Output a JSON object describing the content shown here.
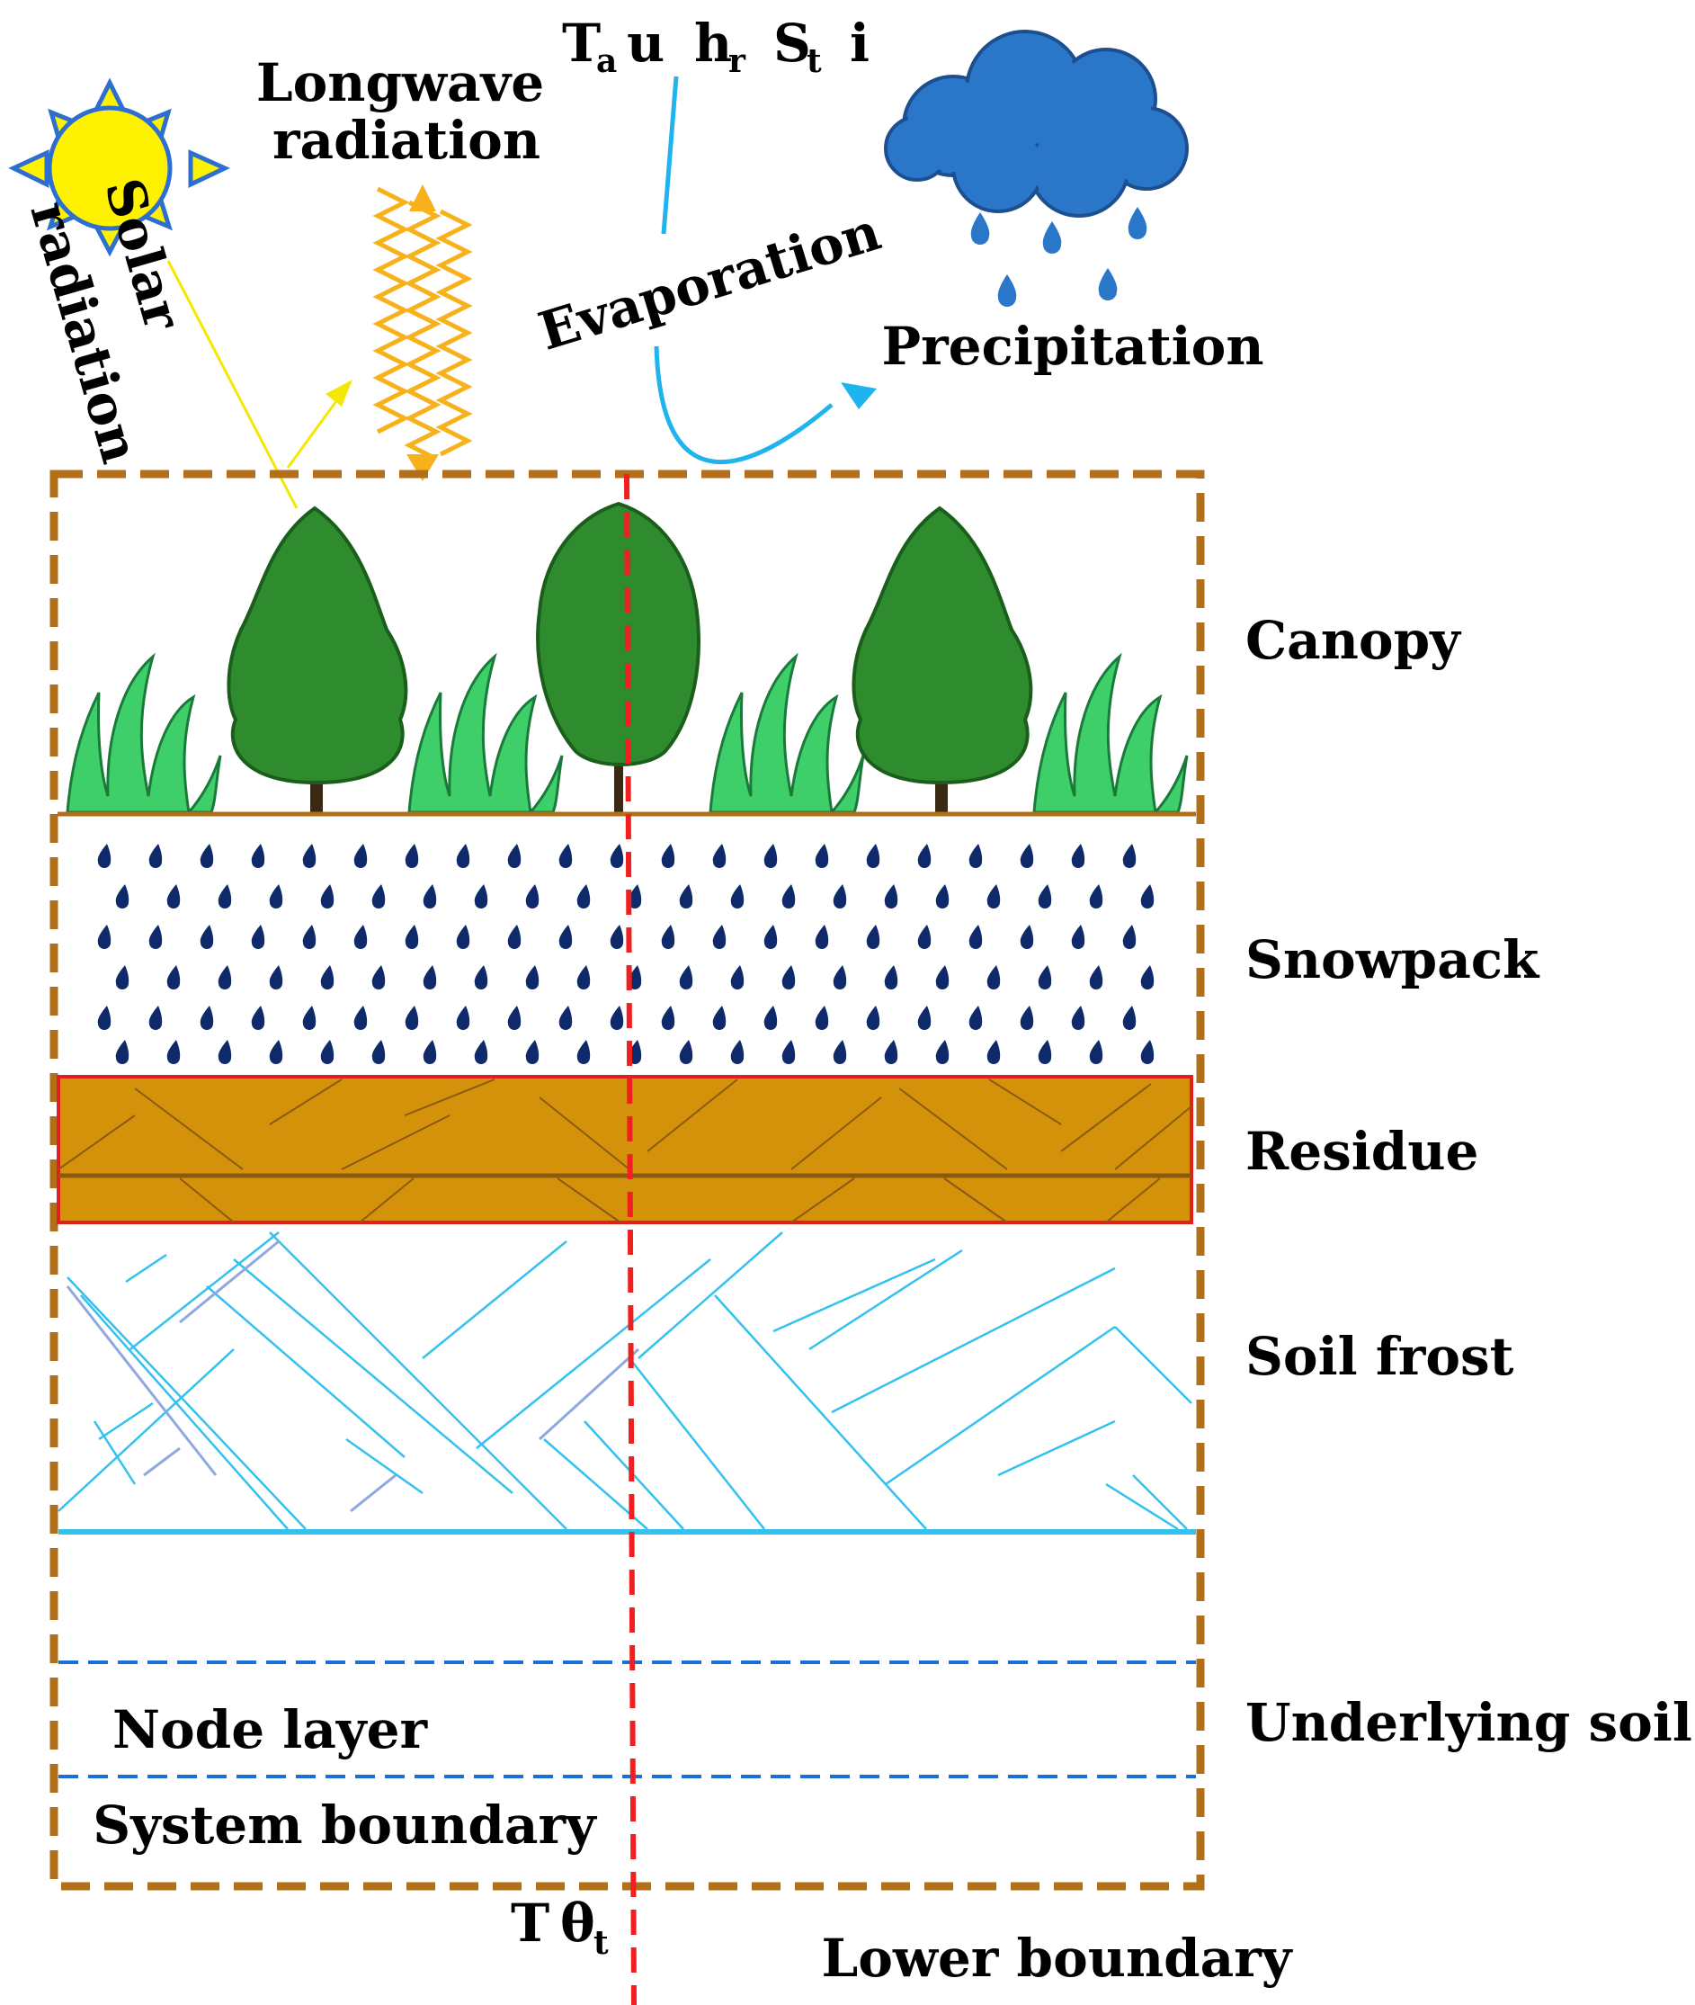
{
  "labels": {
    "longwave_line1": "Longwave",
    "longwave_line2": "radiation",
    "solar_line1": "Solar",
    "solar_line2": "radiation",
    "evaporation": "Evaporation",
    "precipitation": "Precipitation",
    "canopy": "Canopy",
    "snowpack": "Snowpack",
    "residue": "Residue",
    "soil_frost": "Soil frost",
    "underlying_soil": "Underlying soil",
    "node_layer": "Node layer",
    "system_boundary": "System boundary",
    "lower_boundary": "Lower boundary"
  },
  "top_variables": {
    "ta": "T",
    "ta_sub": "a",
    "u": "u",
    "hr": "h",
    "hr_sub": "r",
    "st": "S",
    "st_sub": "t",
    "i": "i"
  },
  "bottom_variables": {
    "t": "T",
    "theta": "θ",
    "theta_sub": "t"
  },
  "colors": {
    "boundary_brown": "#b26f1a",
    "residue_fill": "#d4920a",
    "residue_border": "#e0201c",
    "frost_blue": "#33c1f0",
    "node_dash_blue": "#1a6fd6",
    "center_red": "#f02020",
    "snow_drop": "#0f2a6b",
    "cloud": "#2a77c9",
    "sun": "#fff200",
    "longwave": "#f7b21b",
    "tree_green": "#2e8b2e",
    "grass_green": "#3fcf6a"
  }
}
